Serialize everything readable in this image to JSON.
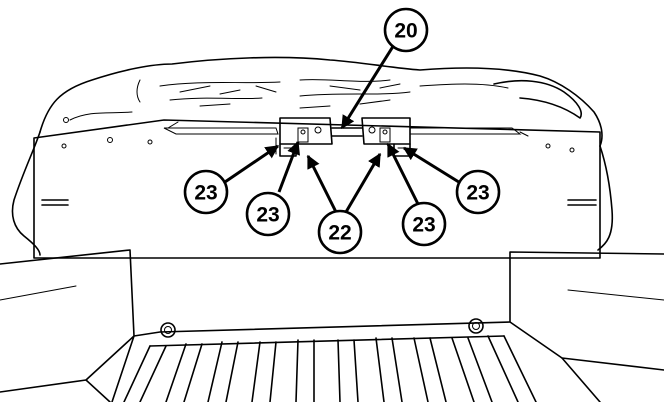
{
  "callouts": [
    {
      "id": "c20",
      "label": "20"
    },
    {
      "id": "c23a",
      "label": "23"
    },
    {
      "id": "c23b",
      "label": "23"
    },
    {
      "id": "c22",
      "label": "22"
    },
    {
      "id": "c23c",
      "label": "23"
    },
    {
      "id": "c23d",
      "label": "23"
    }
  ],
  "colors": {
    "line": "#000000",
    "background": "#ffffff"
  }
}
